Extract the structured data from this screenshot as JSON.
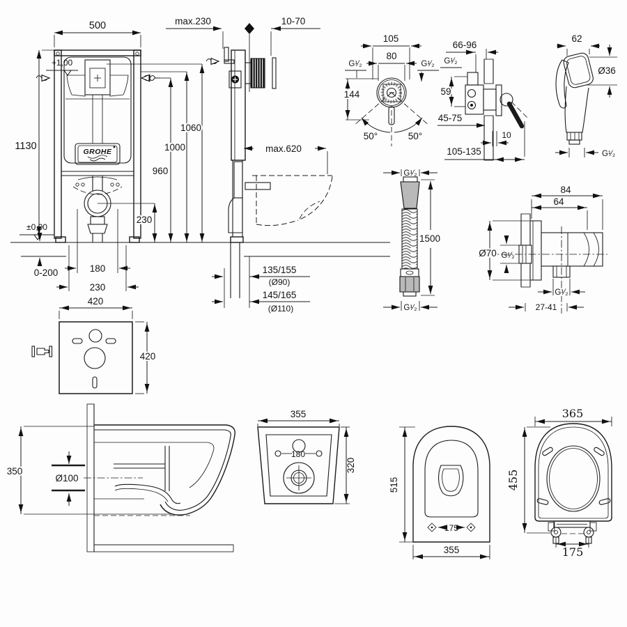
{
  "frame_front": {
    "dim_width": "500",
    "dim_height": "1130",
    "level_top": "+1,00",
    "level_floor": "±0,00",
    "dim_feet": "0-200",
    "dim_bolts": "180",
    "dim_offset": "230",
    "logo": "GROHE"
  },
  "frame_heights": {
    "h1": "1060",
    "h2": "1000",
    "h3": "960",
    "h4": "230"
  },
  "frame_side": {
    "dim_depth": "max.230",
    "dim_plate": "10-70",
    "dim_reach": "max.620",
    "drain_a": "135/155",
    "drain_a_dia": "(Ø90)",
    "drain_b": "145/165",
    "drain_b_dia": "(Ø110)"
  },
  "mixer_front": {
    "dim_105": "105",
    "dim_80": "80",
    "g_left": "G¹⁄₂",
    "g_right": "G¹⁄₂",
    "dim_144": "144",
    "angle_l": "50°",
    "angle_r": "50°"
  },
  "mixer_side": {
    "dim_depth": "66-96",
    "g": "G¹⁄₂",
    "dim_59": "59",
    "dim_lower": "45-75",
    "dim_10": "10",
    "dim_total": "105-135"
  },
  "hand_shower": {
    "dim_width": "62",
    "dim_head": "Ø36",
    "thread": "G¹⁄₂"
  },
  "hose": {
    "thread_top": "G¹⁄₂",
    "dim_length": "1500",
    "thread_bottom": "G¹⁄₂"
  },
  "elbow": {
    "dim_84": "84",
    "dim_64": "64",
    "dim_dia": "Ø70",
    "thread_in": "G¹⁄₂",
    "thread_out": "G¹⁄₂",
    "dim_depth": "27-41"
  },
  "mat": {
    "dim_w": "420",
    "dim_h": "420"
  },
  "bowl_side": {
    "dim_h": "350",
    "dim_outlet": "Ø100"
  },
  "bowl_rear": {
    "dim_w": "355",
    "dim_holes": "180",
    "dim_h": "320"
  },
  "bowl_top": {
    "dim_len": "515",
    "dim_holes": "175",
    "dim_w": "355"
  },
  "seat": {
    "dim_w": "365",
    "dim_len": "455",
    "dim_holes": "175"
  }
}
